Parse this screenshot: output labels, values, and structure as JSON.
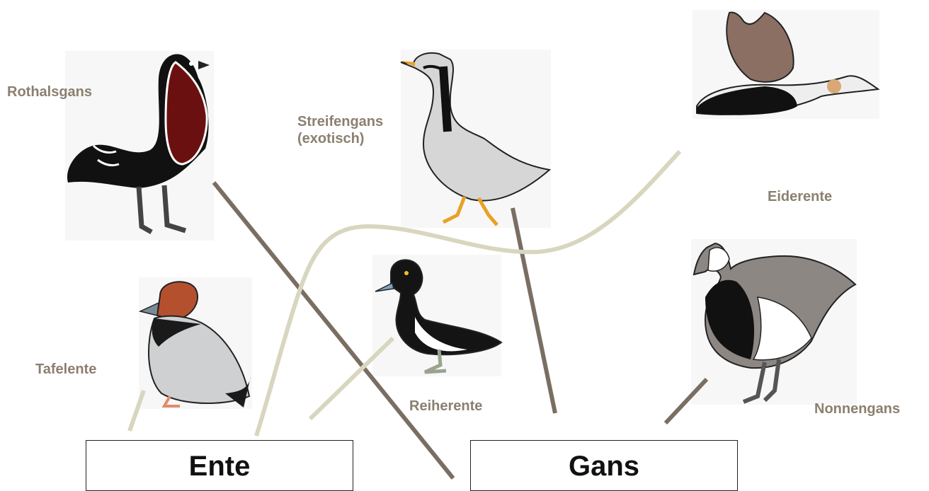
{
  "labels": {
    "rothalsgans": "Rothalsgans",
    "streifengans_1": "Streifengans",
    "streifengans_2": "(exotisch)",
    "eiderente": "Eiderente",
    "tafelente": "Tafelente",
    "reiherente": "Reiherente",
    "nonnengans": "Nonnengans"
  },
  "boxes": {
    "ente": "Ente",
    "gans": "Gans"
  },
  "colors": {
    "label_text": "#8c7f6f",
    "line_dark": "#7a6e62",
    "line_light": "#d8d6bf"
  }
}
